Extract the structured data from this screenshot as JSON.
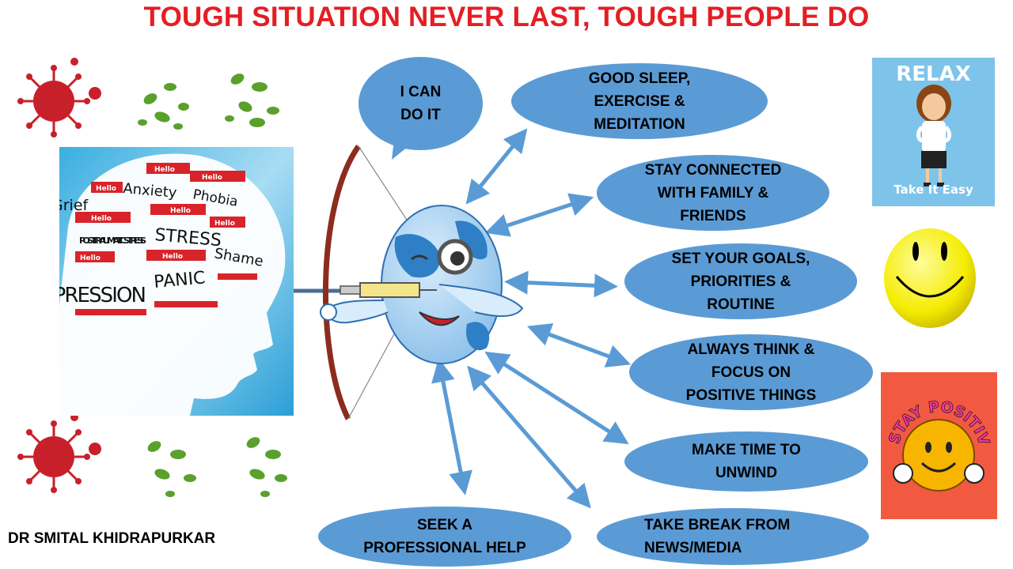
{
  "title": "TOUGH SITUATION NEVER LAST, TOUGH PEOPLE DO",
  "speech_bubble": "I CAN\nDO IT",
  "tips": [
    {
      "id": "sleep",
      "text": "GOOD SLEEP,\nEXERCISE &\nMEDITATION"
    },
    {
      "id": "connected",
      "text": "STAY CONNECTED\nWITH FAMILY &\nFRIENDS"
    },
    {
      "id": "goals",
      "text": "SET YOUR GOALS,\nPRIORITIES  &\nROUTINE"
    },
    {
      "id": "positive",
      "text": "ALWAYS THINK &\nFOCUS ON\nPOSITIVE THINGS"
    },
    {
      "id": "unwind",
      "text": "MAKE TIME TO\nUNWIND"
    },
    {
      "id": "news",
      "text": "TAKE BREAK FROM\nNEWS/MEDIA"
    },
    {
      "id": "help",
      "text": "SEEK A\nPROFESSIONAL HELP"
    }
  ],
  "head_words": [
    "Grief",
    "Anxiety",
    "Phobia",
    "POST-TRAUMATIC STRESS",
    "STRESS",
    "Shame",
    "DEPRESSION",
    "PANIC"
  ],
  "hello_tag": "Hello",
  "relax_panel": {
    "title": "RELAX",
    "subtitle": "Take It Easy"
  },
  "positive_panel": {
    "text": "STAY POSITIVE"
  },
  "author": "DR SMITAL KHIDRAPURKAR",
  "colors": {
    "title": "#e41e24",
    "ellipse": "#5b9bd5",
    "arrow": "#5b9bd5",
    "virus_red": "#c8202a",
    "virus_green": "#5aa02c"
  }
}
